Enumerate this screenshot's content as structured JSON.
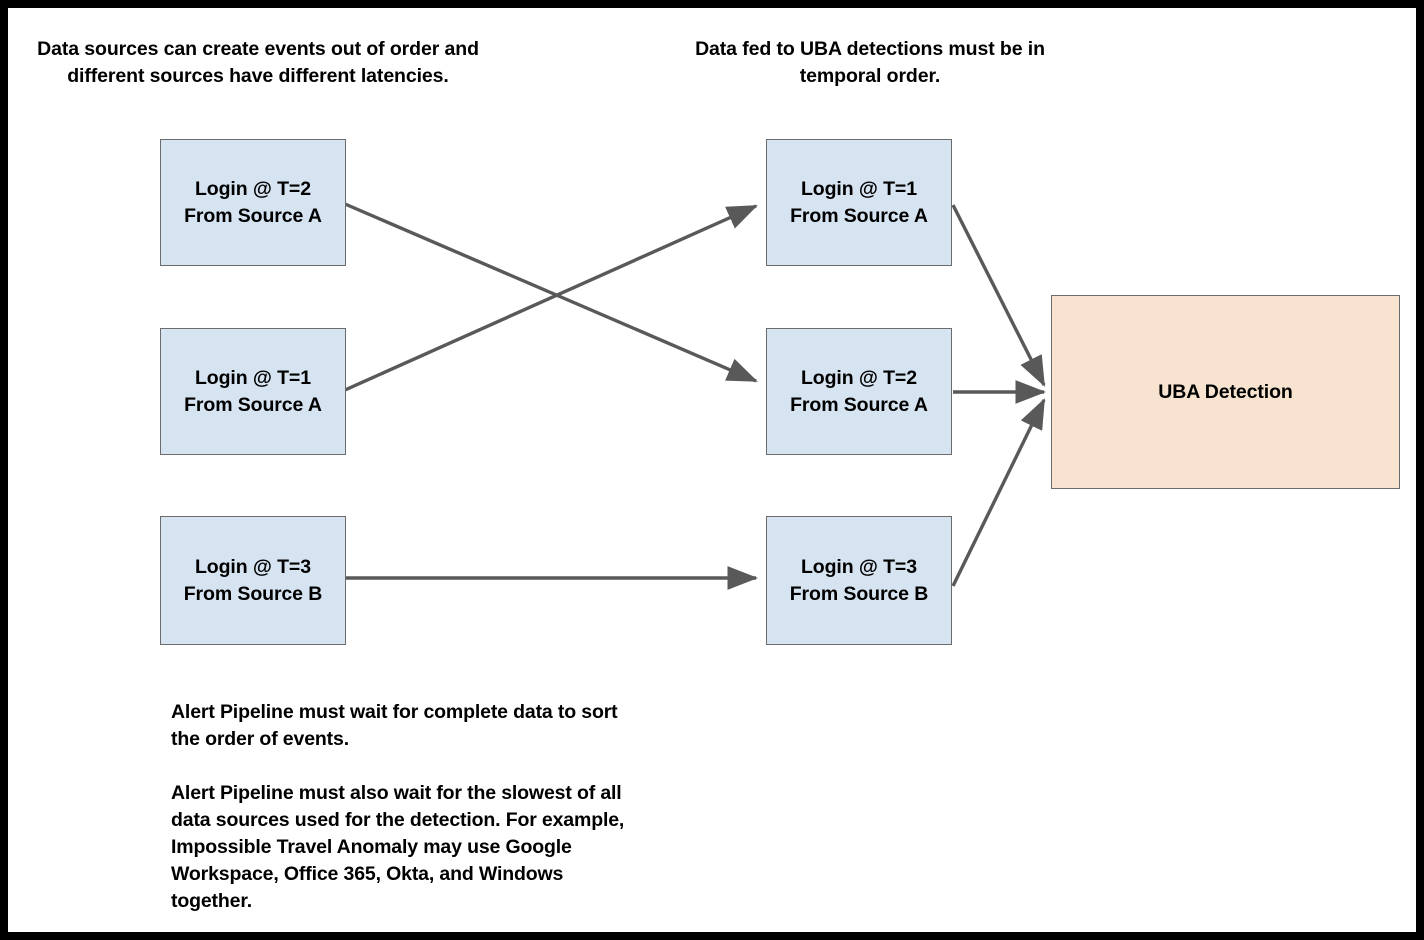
{
  "diagram": {
    "title_left": "Data sources can create events out of order\nand different sources have different latencies.",
    "title_right": "Data fed to UBA detections must be in\ntemporal order.",
    "colors": {
      "event_box_fill": "#d6e3f1",
      "detection_box_fill": "#f7e3cf",
      "box_border": "#6b6b6b",
      "arrow": "#595959",
      "page_border": "#000000",
      "text": "#000000"
    },
    "left_column": [
      {
        "id": "left-login-t2-source-a",
        "label": "Login @ T=2\nFrom Source A",
        "time": "T=2",
        "source": "Source A"
      },
      {
        "id": "left-login-t1-source-a",
        "label": "Login @ T=1\nFrom Source A",
        "time": "T=1",
        "source": "Source A"
      },
      {
        "id": "left-login-t3-source-b",
        "label": "Login @ T=3\nFrom Source B",
        "time": "T=3",
        "source": "Source B"
      }
    ],
    "right_column": [
      {
        "id": "right-login-t1-source-a",
        "label": "Login @ T=1\nFrom Source A",
        "time": "T=1",
        "source": "Source A"
      },
      {
        "id": "right-login-t2-source-a",
        "label": "Login @ T=2\nFrom Source A",
        "time": "T=2",
        "source": "Source A"
      },
      {
        "id": "right-login-t3-source-b",
        "label": "Login @ T=3\nFrom Source B",
        "time": "T=3",
        "source": "Source B"
      }
    ],
    "detection": {
      "id": "uba-detection",
      "label": "UBA Detection"
    },
    "edges": [
      {
        "from": "left-login-t2-source-a",
        "to": "right-login-t2-source-a"
      },
      {
        "from": "left-login-t1-source-a",
        "to": "right-login-t1-source-a"
      },
      {
        "from": "left-login-t3-source-b",
        "to": "right-login-t3-source-b"
      },
      {
        "from": "right-login-t1-source-a",
        "to": "uba-detection"
      },
      {
        "from": "right-login-t2-source-a",
        "to": "uba-detection"
      },
      {
        "from": "right-login-t3-source-b",
        "to": "uba-detection"
      }
    ],
    "notes": [
      "Alert Pipeline must wait for complete data to sort the order of events.",
      "Alert Pipeline must also wait for the slowest of all data sources used for the detection. For example, Impossible Travel Anomaly may use Google Workspace, Office 365, Okta, and Windows together."
    ]
  }
}
